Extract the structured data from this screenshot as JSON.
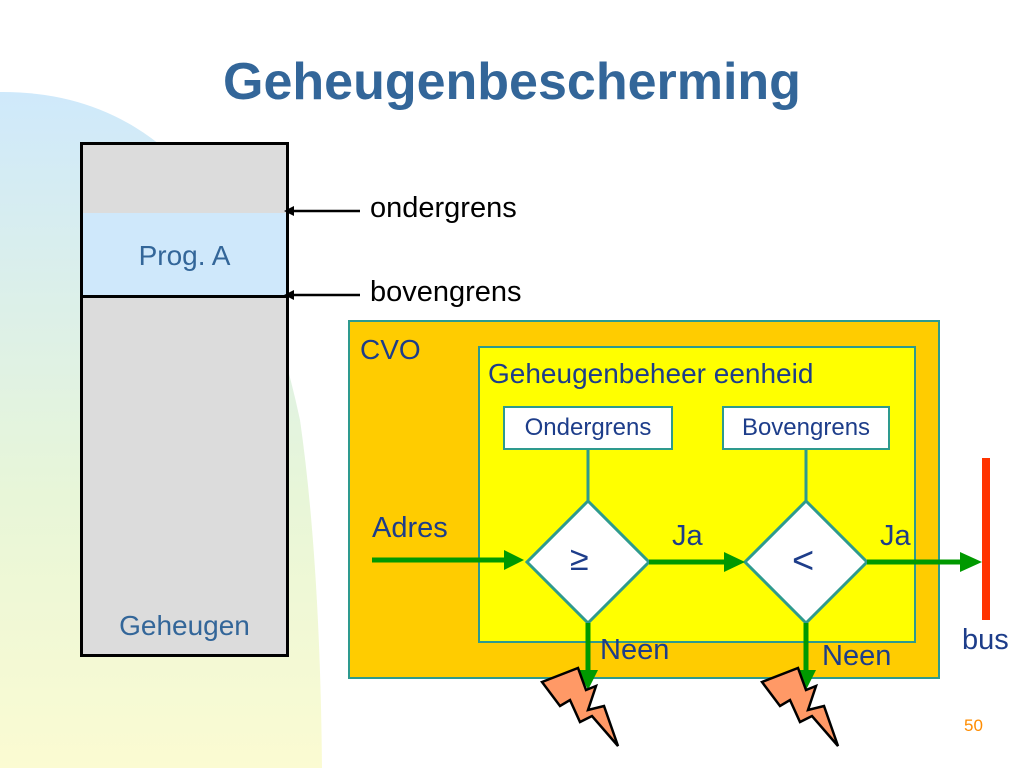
{
  "title": "Geheugenbescherming",
  "memory": {
    "program_label": "Prog. A",
    "memory_label": "Geheugen",
    "lower_bound_label": "ondergrens",
    "upper_bound_label": "bovengrens"
  },
  "cpu": {
    "label": "CVO",
    "unit_label": "Geheugenbeheer eenheid",
    "lower_register": "Ondergrens",
    "upper_register": "Bovengrens",
    "compare_ge": "≥",
    "compare_lt": "<",
    "input_label": "Adres",
    "yes_label_1": "Ja",
    "yes_label_2": "Ja",
    "no_label_1": "Neen",
    "no_label_2": "Neen",
    "bus_label": "bus"
  },
  "page_number": "50",
  "colors": {
    "title": "#336699",
    "cpu_box": "#ffcc00",
    "unit_box": "#ffff00",
    "arrow": "#009900",
    "bus": "#ff3300",
    "lightning": "#ff9966"
  }
}
